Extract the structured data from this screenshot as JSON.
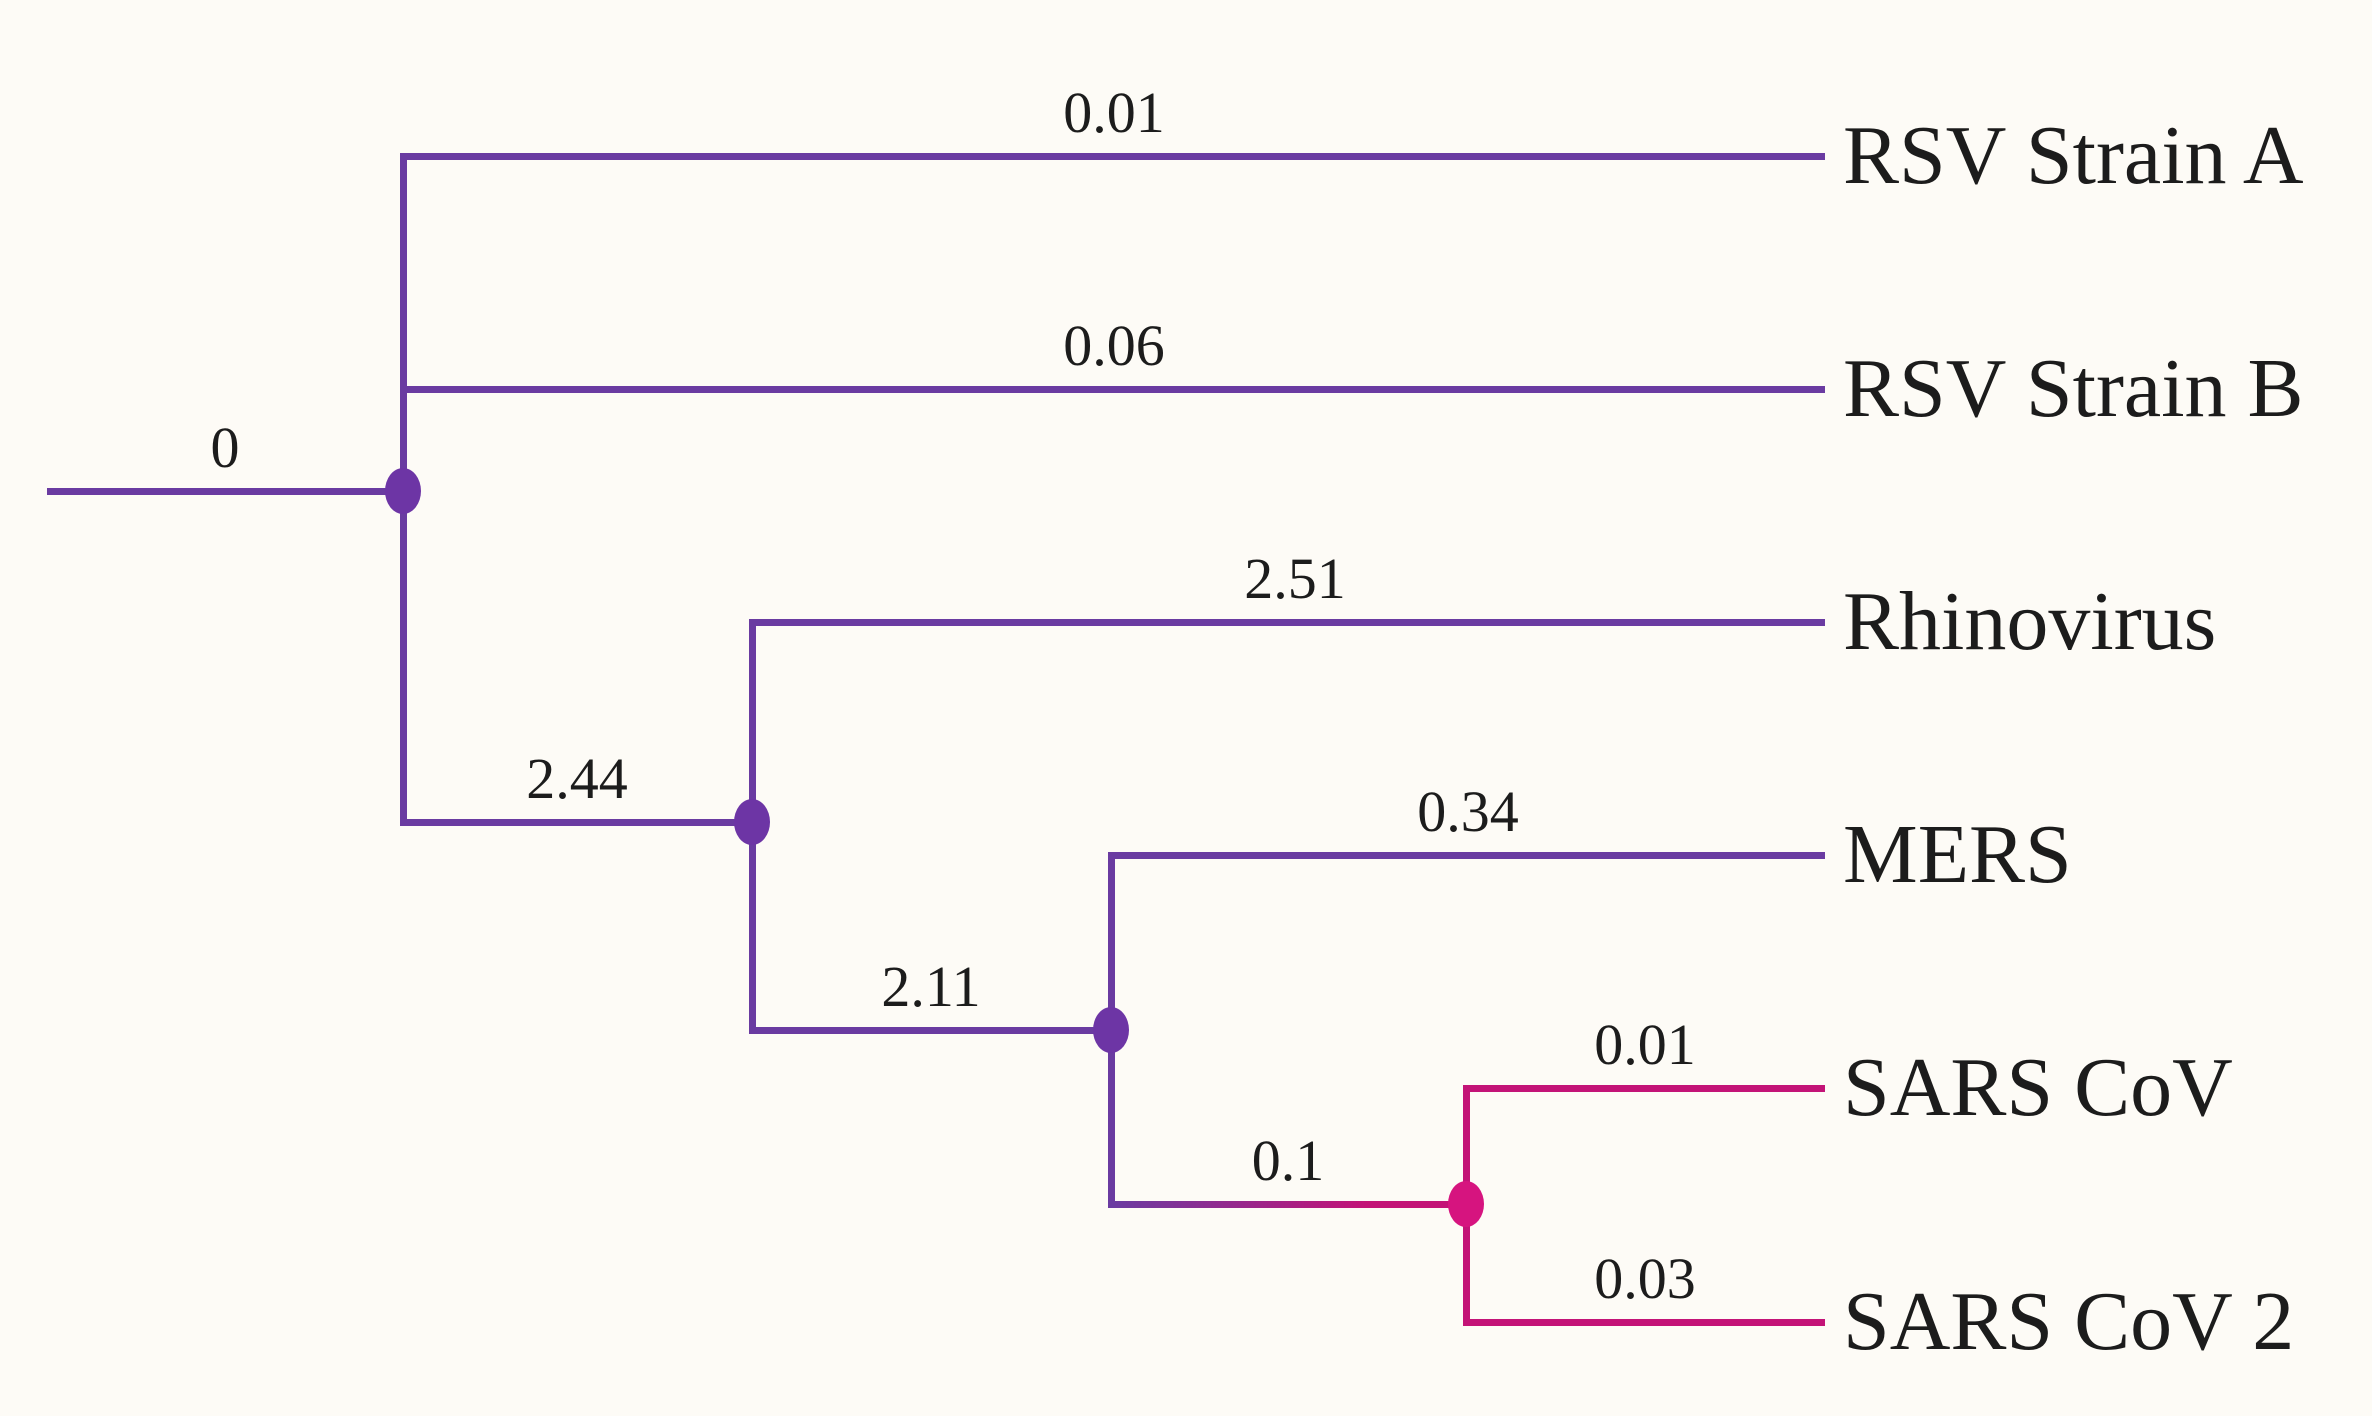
{
  "tree": {
    "type": "phylogenetic-tree",
    "colors": {
      "background": "#fdfbf6",
      "purple": "#6a3ba1",
      "pink": "#c31377",
      "node-purple": "#6d35a5",
      "node-pink": "#d6147f",
      "text": "#1c1c1c"
    },
    "taxa": {
      "rsv_a": "RSV Strain A",
      "rsv_b": "RSV Strain B",
      "rhinovirus": "Rhinovirus",
      "mers": "MERS",
      "sars_cov": "SARS CoV",
      "sars_cov_2": "SARS CoV 2"
    },
    "branch_labels": {
      "root": "0",
      "rsv_a": "0.01",
      "rsv_b": "0.06",
      "rhinovirus": "2.51",
      "clade_non_rsv": "2.44",
      "mers": "0.34",
      "clade_cov": "2.11",
      "sars_cov": "0.01",
      "clade_sars": "0.1",
      "sars_cov_2": "0.03"
    },
    "topology": [
      {
        "node": "root",
        "branch_length": 0,
        "children": [
          "RSV Strain A",
          "RSV Strain B",
          "clade_non_rsv"
        ]
      },
      {
        "node": "clade_non_rsv",
        "branch_length": 2.44,
        "children": [
          "Rhinovirus",
          "clade_cov"
        ]
      },
      {
        "node": "clade_cov",
        "branch_length": 2.11,
        "children": [
          "MERS",
          "clade_sars"
        ]
      },
      {
        "node": "clade_sars",
        "branch_length": 0.1,
        "children": [
          "SARS CoV",
          "SARS CoV 2"
        ]
      },
      {
        "leaf": "RSV Strain A",
        "branch_length": 0.01
      },
      {
        "leaf": "RSV Strain B",
        "branch_length": 0.06
      },
      {
        "leaf": "Rhinovirus",
        "branch_length": 2.51
      },
      {
        "leaf": "MERS",
        "branch_length": 0.34
      },
      {
        "leaf": "SARS CoV",
        "branch_length": 0.01
      },
      {
        "leaf": "SARS CoV 2",
        "branch_length": 0.03
      }
    ]
  }
}
